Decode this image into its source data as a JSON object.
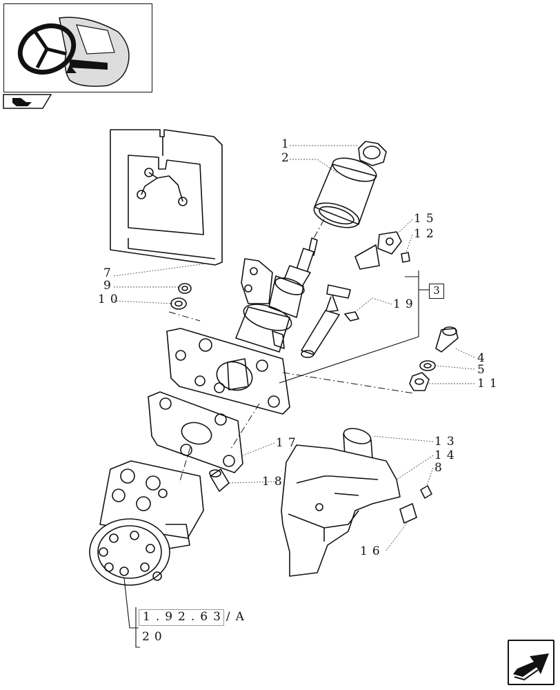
{
  "callouts": {
    "c1": "1",
    "c2": "2",
    "c15": "15",
    "c12": "12",
    "c7": "7",
    "c9": "9",
    "c10": "10",
    "c19": "19",
    "c3": "3",
    "c4": "4",
    "c5": "5",
    "c11": "11",
    "c17": "17",
    "c13": "13",
    "c14": "14",
    "c8": "8",
    "c18": "18",
    "c16": "16",
    "c20": "20"
  },
  "reference": {
    "code": "1.92.63/A"
  },
  "icons": {
    "thumbnail": "steering-wheel-thumbnail-icon",
    "section": "tractor-section-icon",
    "nav": "next-page-arrow-icon"
  }
}
